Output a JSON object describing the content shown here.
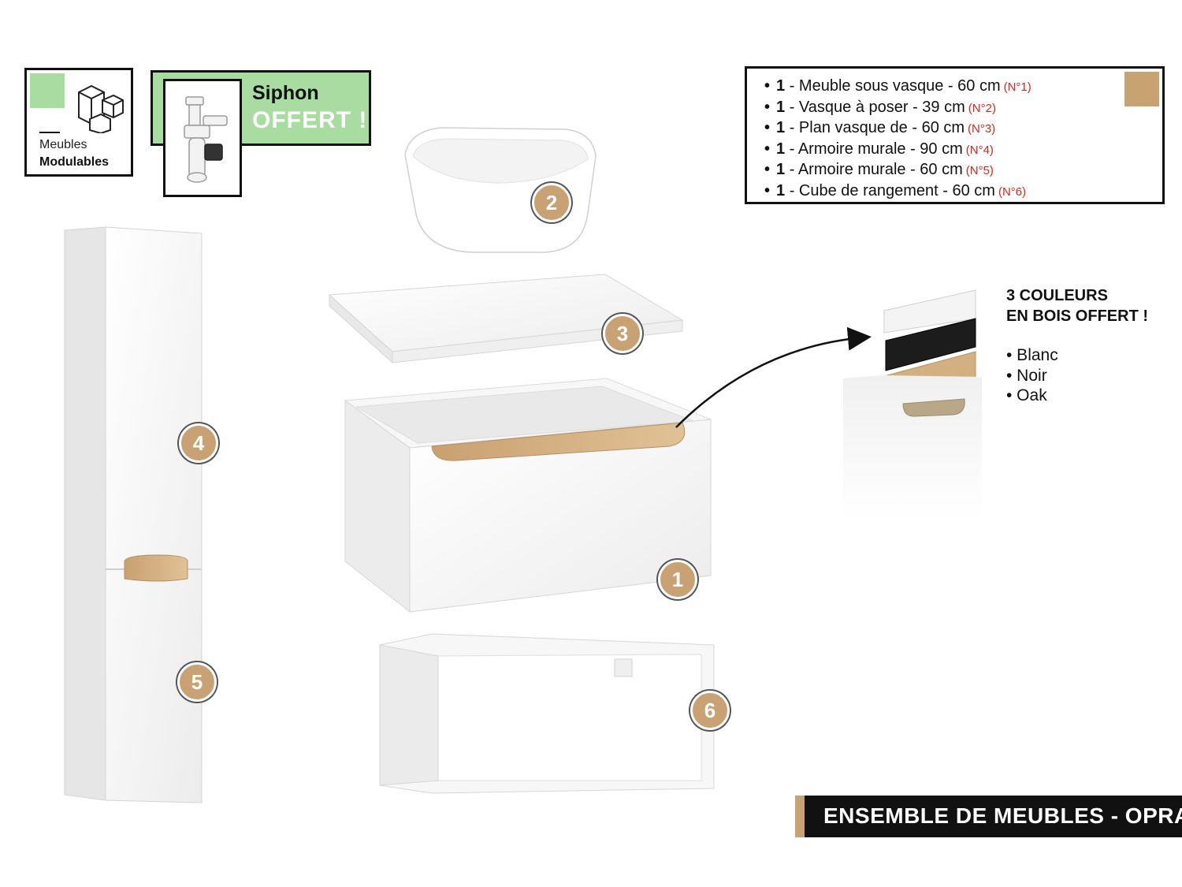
{
  "badges": {
    "modulables": {
      "line1": "Meubles",
      "line2": "Modulables"
    },
    "siphon": {
      "title": "Siphon",
      "offer": "OFFERT !"
    }
  },
  "items": [
    {
      "qty": "1",
      "label": "- Meuble sous vasque - 60 cm",
      "ref": "(N°1)"
    },
    {
      "qty": "1",
      "label": "- Vasque à poser - 39 cm",
      "ref": "(N°2)"
    },
    {
      "qty": "1",
      "label": "- Plan vasque de - 60 cm",
      "ref": "(N°3)"
    },
    {
      "qty": "1",
      "label": "- Armoire murale - 90 cm",
      "ref": "(N°4)"
    },
    {
      "qty": "1",
      "label": "- Armoire murale - 60 cm",
      "ref": "(N°5)"
    },
    {
      "qty": "1",
      "label": "- Cube de rangement - 60 cm",
      "ref": "(N°6)"
    }
  ],
  "colors": {
    "title_line1": "3 COULEURS",
    "title_line2": "EN BOIS OFFERT !",
    "options": [
      "• Blanc",
      "• Noir",
      "• Oak"
    ],
    "swatches": {
      "white": "#f4f4f4",
      "black": "#1c1c1c",
      "oak": "#d2b080"
    }
  },
  "numbers": [
    "1",
    "2",
    "3",
    "4",
    "5",
    "6"
  ],
  "footer": {
    "title": "ENSEMBLE DE MEUBLES - OPRA."
  },
  "palette": {
    "green": "#a8dca0",
    "oak": "#c8a272",
    "dark": "#111111",
    "ref_red": "#d9261c"
  }
}
